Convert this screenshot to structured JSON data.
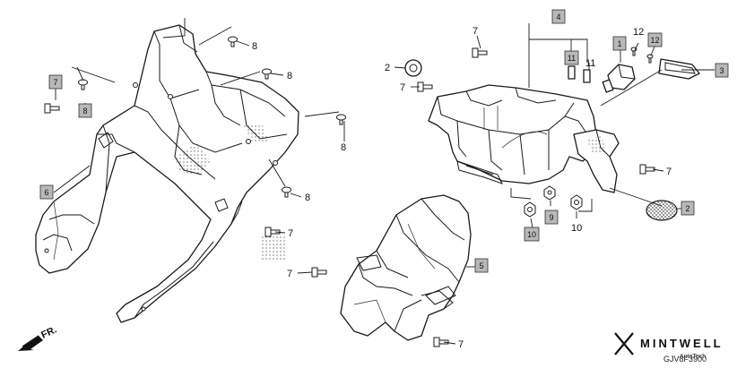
{
  "diagram": {
    "figure_code": "GJV8F3900",
    "direction_label": "FR.",
    "brand": {
      "name": "MINTWELL",
      "tagline": "AutoTech"
    },
    "callouts": {
      "p1": "1",
      "p2a": "2",
      "p2b": "2",
      "p3": "3",
      "p4": "4",
      "p5": "5",
      "p6": "6",
      "p7box": "7",
      "p7a": "7",
      "p7b": "7",
      "p7c": "7",
      "p7d": "7",
      "p7e": "7",
      "p7f": "7",
      "p8box": "8",
      "p8a": "8",
      "p8b": "8",
      "p8c": "8",
      "p8d": "8",
      "p9": "9",
      "p10box": "10",
      "p10": "10",
      "p11box": "11",
      "p11": "11",
      "p12box": "12",
      "p12": "12"
    }
  }
}
